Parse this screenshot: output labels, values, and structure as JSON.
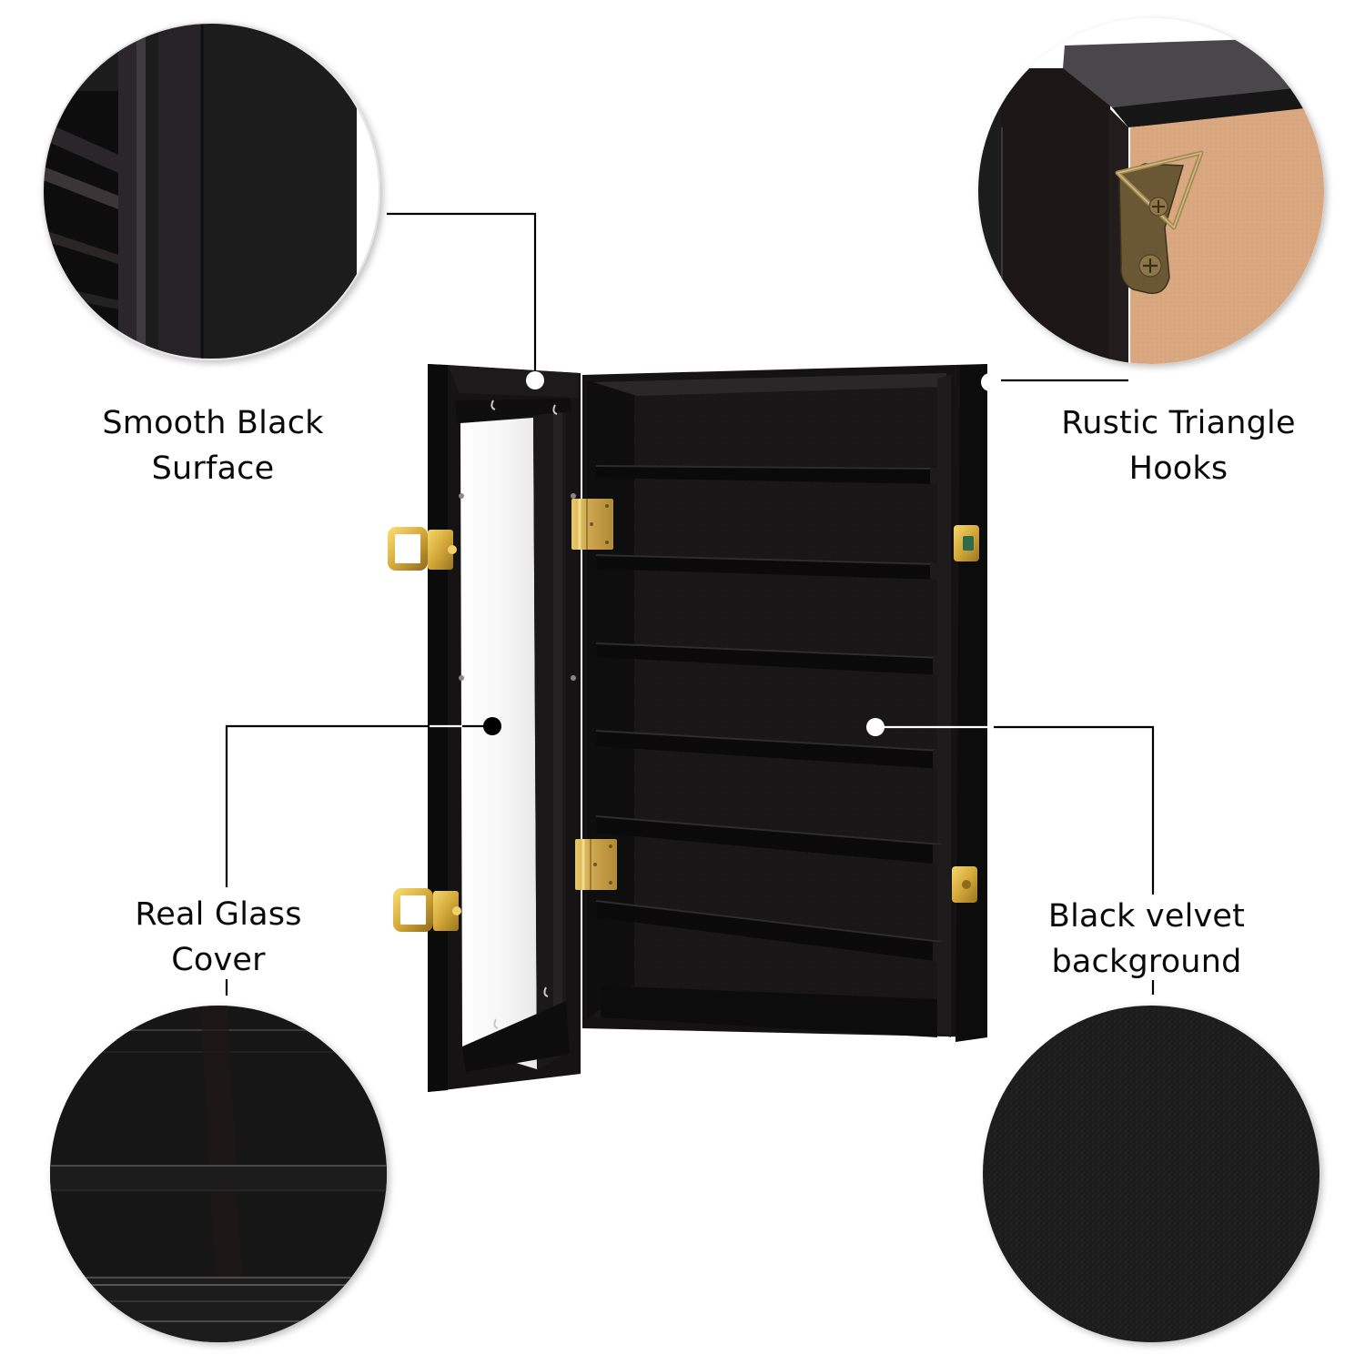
{
  "callouts": {
    "top_left": {
      "line1": "Smooth Black",
      "line2": "Surface"
    },
    "top_right": {
      "line1": "Rustic Triangle",
      "line2": "Hooks"
    },
    "bottom_left": {
      "line1": "Real Glass",
      "line2": "Cover"
    },
    "bottom_right": {
      "line1": "Black velvet",
      "line2": "background"
    }
  },
  "product": {
    "name": "display-cabinet",
    "shelf_count": 6,
    "colors": {
      "frame": "#141213",
      "interior": "#1a1718",
      "brass": "#d4a93a",
      "mdf_back": "#d9a880",
      "background": "#ffffff"
    }
  }
}
